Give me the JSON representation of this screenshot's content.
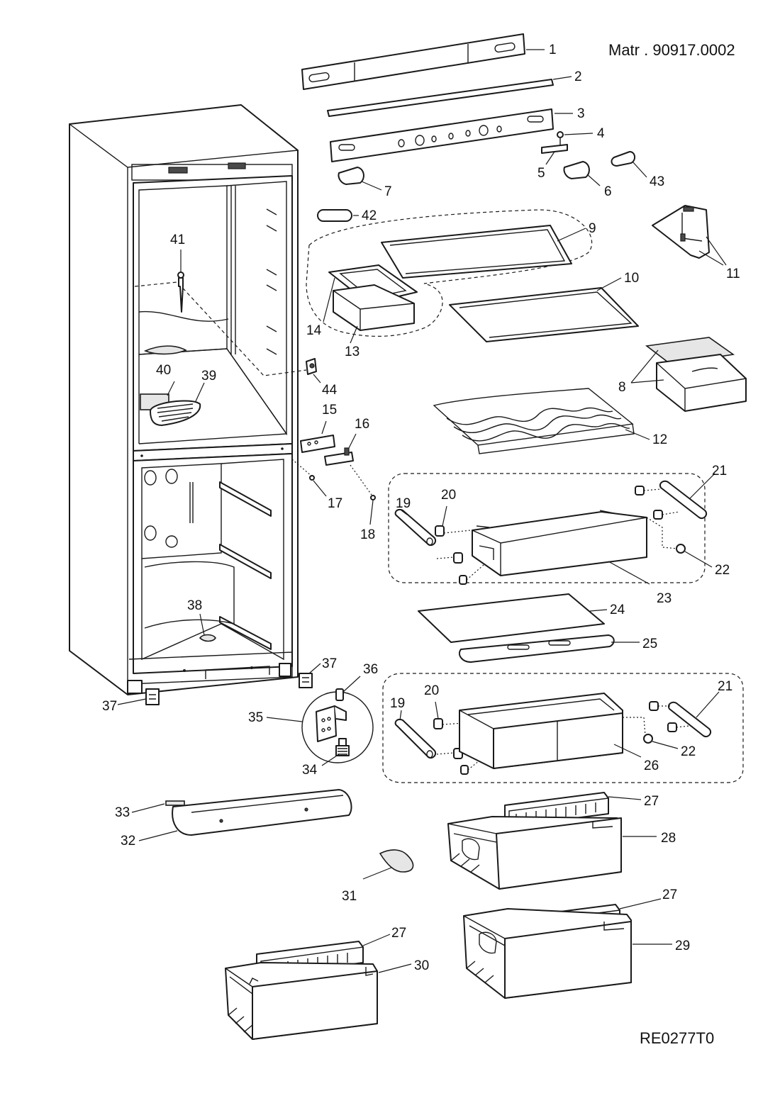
{
  "header": {
    "matr": "Matr . 90917.0002"
  },
  "footer": {
    "code": "RE0277T0"
  },
  "callouts": {
    "c1": "1",
    "c2": "2",
    "c3": "3",
    "c4": "4",
    "c5": "5",
    "c6": "6",
    "c7": "7",
    "c8": "8",
    "c9": "9",
    "c10": "10",
    "c11": "11",
    "c12": "12",
    "c13": "13",
    "c14": "14",
    "c15": "15",
    "c16": "16",
    "c17": "17",
    "c18": "18",
    "c19a": "19",
    "c19b": "19",
    "c20a": "20",
    "c20b": "20",
    "c21a": "21",
    "c21b": "21",
    "c22a": "22",
    "c22b": "22",
    "c23": "23",
    "c24": "24",
    "c25": "25",
    "c26": "26",
    "c27a": "27",
    "c27b": "27",
    "c27c": "27",
    "c28": "28",
    "c29": "29",
    "c30": "30",
    "c31": "31",
    "c32": "32",
    "c33": "33",
    "c34": "34",
    "c35": "35",
    "c36": "36",
    "c37a": "37",
    "c37b": "37",
    "c38": "38",
    "c39": "39",
    "c40": "40",
    "c41": "41",
    "c42": "42",
    "c43": "43",
    "c44": "44"
  }
}
